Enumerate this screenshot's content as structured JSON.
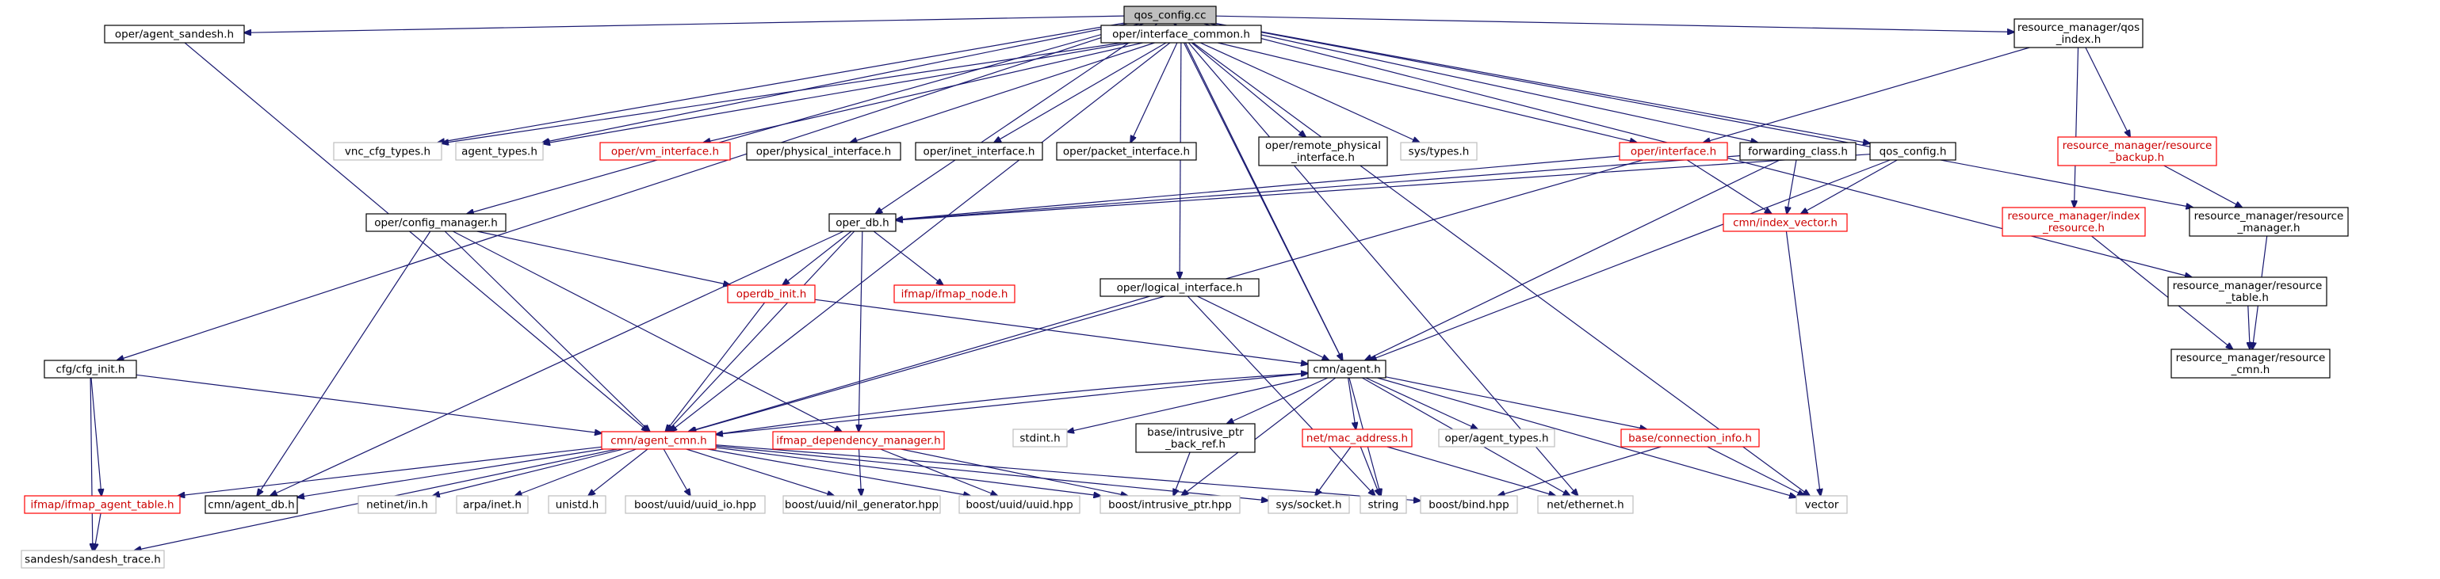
{
  "graph": {
    "edge_color": "#191970",
    "nodes": {
      "qos_config_cc": {
        "label": [
          "qos_config.cc"
        ],
        "style": "root"
      },
      "agent_sandesh": {
        "label": [
          "oper/agent_sandesh.h"
        ],
        "style": "black"
      },
      "interface_common": {
        "label": [
          "oper/interface_common.h"
        ],
        "style": "black"
      },
      "qos_index": {
        "label": [
          "resource_manager/qos",
          "_index.h"
        ],
        "style": "black"
      },
      "vnc_cfg_types": {
        "label": [
          "vnc_cfg_types.h"
        ],
        "style": "gray"
      },
      "agent_types": {
        "label": [
          "agent_types.h"
        ],
        "style": "gray"
      },
      "vm_interface": {
        "label": [
          "oper/vm_interface.h"
        ],
        "style": "red"
      },
      "physical_interface": {
        "label": [
          "oper/physical_interface.h"
        ],
        "style": "black"
      },
      "inet_interface": {
        "label": [
          "oper/inet_interface.h"
        ],
        "style": "black"
      },
      "packet_interface": {
        "label": [
          "oper/packet_interface.h"
        ],
        "style": "black"
      },
      "remote_physical": {
        "label": [
          "oper/remote_physical",
          "_interface.h"
        ],
        "style": "black"
      },
      "sys_types": {
        "label": [
          "sys/types.h"
        ],
        "style": "gray"
      },
      "oper_interface": {
        "label": [
          "oper/interface.h"
        ],
        "style": "red"
      },
      "forwarding_class": {
        "label": [
          "forwarding_class.h"
        ],
        "style": "black"
      },
      "qos_config_h": {
        "label": [
          "qos_config.h"
        ],
        "style": "black"
      },
      "resource_backup": {
        "label": [
          "resource_manager/resource",
          "_backup.h"
        ],
        "style": "red"
      },
      "config_manager": {
        "label": [
          "oper/config_manager.h"
        ],
        "style": "black"
      },
      "oper_db": {
        "label": [
          "oper_db.h"
        ],
        "style": "black"
      },
      "index_vector": {
        "label": [
          "cmn/index_vector.h"
        ],
        "style": "red"
      },
      "index_resource": {
        "label": [
          "resource_manager/index",
          "_resource.h"
        ],
        "style": "red"
      },
      "resource_manager": {
        "label": [
          "resource_manager/resource",
          "_manager.h"
        ],
        "style": "black"
      },
      "ifmap_node": {
        "label": [
          "ifmap/ifmap_node.h"
        ],
        "style": "red"
      },
      "operdb_init": {
        "label": [
          "operdb_init.h"
        ],
        "style": "red"
      },
      "logical_interface": {
        "label": [
          "oper/logical_interface.h"
        ],
        "style": "black"
      },
      "resource_table": {
        "label": [
          "resource_manager/resource",
          "_table.h"
        ],
        "style": "black"
      },
      "resource_cmn": {
        "label": [
          "resource_manager/resource",
          "_cmn.h"
        ],
        "style": "black"
      },
      "cfg_init": {
        "label": [
          "cfg/cfg_init.h"
        ],
        "style": "black"
      },
      "cmn_agent": {
        "label": [
          "cmn/agent.h"
        ],
        "style": "black"
      },
      "stdint": {
        "label": [
          "stdint.h"
        ],
        "style": "gray"
      },
      "intrusive_ptr_back_ref": {
        "label": [
          "base/intrusive_ptr",
          "_back_ref.h"
        ],
        "style": "black"
      },
      "mac_address": {
        "label": [
          "net/mac_address.h"
        ],
        "style": "red"
      },
      "oper_agent_types": {
        "label": [
          "oper/agent_types.h"
        ],
        "style": "gray"
      },
      "connection_info": {
        "label": [
          "base/connection_info.h"
        ],
        "style": "red"
      },
      "agent_cmn": {
        "label": [
          "cmn/agent_cmn.h"
        ],
        "style": "red"
      },
      "ifmap_dependency_manager": {
        "label": [
          "ifmap_dependency_manager.h"
        ],
        "style": "red"
      },
      "ifmap_agent_table": {
        "label": [
          "ifmap/ifmap_agent_table.h"
        ],
        "style": "red"
      },
      "agent_db": {
        "label": [
          "cmn/agent_db.h"
        ],
        "style": "black"
      },
      "netinet_in": {
        "label": [
          "netinet/in.h"
        ],
        "style": "gray"
      },
      "arpa_inet": {
        "label": [
          "arpa/inet.h"
        ],
        "style": "gray"
      },
      "unistd": {
        "label": [
          "unistd.h"
        ],
        "style": "gray"
      },
      "uuid_io": {
        "label": [
          "boost/uuid/uuid_io.hpp"
        ],
        "style": "gray"
      },
      "nil_generator": {
        "label": [
          "boost/uuid/nil_generator.hpp"
        ],
        "style": "gray"
      },
      "uuid_hpp": {
        "label": [
          "boost/uuid/uuid.hpp"
        ],
        "style": "gray"
      },
      "intrusive_ptr_hpp": {
        "label": [
          "boost/intrusive_ptr.hpp"
        ],
        "style": "gray"
      },
      "sys_socket": {
        "label": [
          "sys/socket.h"
        ],
        "style": "gray"
      },
      "string": {
        "label": [
          "string"
        ],
        "style": "gray"
      },
      "boost_bind": {
        "label": [
          "boost/bind.hpp"
        ],
        "style": "gray"
      },
      "net_ethernet": {
        "label": [
          "net/ethernet.h"
        ],
        "style": "gray"
      },
      "vector": {
        "label": [
          "vector"
        ],
        "style": "gray"
      },
      "sandesh_trace": {
        "label": [
          "sandesh/sandesh_trace.h"
        ],
        "style": "gray"
      }
    },
    "edges": [
      [
        "qos_config_cc",
        "agent_sandesh"
      ],
      [
        "qos_config_cc",
        "interface_common"
      ],
      [
        "qos_config_cc",
        "qos_index"
      ],
      [
        "qos_config_cc",
        "vnc_cfg_types"
      ],
      [
        "qos_config_cc",
        "agent_types"
      ],
      [
        "qos_config_cc",
        "forwarding_class"
      ],
      [
        "qos_config_cc",
        "qos_config_h"
      ],
      [
        "qos_config_cc",
        "config_manager"
      ],
      [
        "qos_config_cc",
        "oper_db"
      ],
      [
        "qos_config_cc",
        "cfg_init"
      ],
      [
        "qos_config_cc",
        "cmn_agent"
      ],
      [
        "qos_config_cc",
        "resource_table"
      ],
      [
        "qos_config_cc",
        "resource_manager"
      ],
      [
        "agent_sandesh",
        "agent_cmn"
      ],
      [
        "interface_common",
        "vnc_cfg_types"
      ],
      [
        "interface_common",
        "agent_types"
      ],
      [
        "interface_common",
        "vm_interface"
      ],
      [
        "interface_common",
        "physical_interface"
      ],
      [
        "interface_common",
        "inet_interface"
      ],
      [
        "interface_common",
        "packet_interface"
      ],
      [
        "interface_common",
        "remote_physical"
      ],
      [
        "interface_common",
        "sys_types"
      ],
      [
        "interface_common",
        "oper_interface"
      ],
      [
        "interface_common",
        "logical_interface"
      ],
      [
        "interface_common",
        "agent_cmn"
      ],
      [
        "interface_common",
        "cmn_agent"
      ],
      [
        "interface_common",
        "net_ethernet"
      ],
      [
        "interface_common",
        "vector"
      ],
      [
        "qos_index",
        "oper_interface"
      ],
      [
        "qos_index",
        "resource_backup"
      ],
      [
        "qos_index",
        "index_resource"
      ],
      [
        "oper_interface",
        "oper_db"
      ],
      [
        "oper_interface",
        "index_vector"
      ],
      [
        "oper_interface",
        "agent_cmn"
      ],
      [
        "forwarding_class",
        "oper_db"
      ],
      [
        "forwarding_class",
        "index_vector"
      ],
      [
        "forwarding_class",
        "cmn_agent"
      ],
      [
        "qos_config_h",
        "oper_db"
      ],
      [
        "qos_config_h",
        "index_vector"
      ],
      [
        "qos_config_h",
        "cmn_agent"
      ],
      [
        "resource_backup",
        "resource_manager"
      ],
      [
        "config_manager",
        "operdb_init"
      ],
      [
        "config_manager",
        "agent_cmn"
      ],
      [
        "config_manager",
        "ifmap_dependency_manager"
      ],
      [
        "config_manager",
        "agent_db"
      ],
      [
        "oper_db",
        "ifmap_node"
      ],
      [
        "oper_db",
        "operdb_init"
      ],
      [
        "oper_db",
        "agent_cmn"
      ],
      [
        "oper_db",
        "ifmap_dependency_manager"
      ],
      [
        "oper_db",
        "agent_db"
      ],
      [
        "index_vector",
        "vector"
      ],
      [
        "index_resource",
        "resource_cmn"
      ],
      [
        "resource_manager",
        "resource_cmn"
      ],
      [
        "resource_table",
        "resource_cmn"
      ],
      [
        "operdb_init",
        "agent_cmn"
      ],
      [
        "operdb_init",
        "cmn_agent"
      ],
      [
        "logical_interface",
        "cmn_agent"
      ],
      [
        "logical_interface",
        "agent_cmn"
      ],
      [
        "logical_interface",
        "string"
      ],
      [
        "cfg_init",
        "ifmap_agent_table"
      ],
      [
        "cfg_init",
        "agent_cmn"
      ],
      [
        "cfg_init",
        "sandesh_trace"
      ],
      [
        "cmn_agent",
        "agent_cmn"
      ],
      [
        "cmn_agent",
        "stdint"
      ],
      [
        "cmn_agent",
        "intrusive_ptr_back_ref"
      ],
      [
        "cmn_agent",
        "mac_address"
      ],
      [
        "cmn_agent",
        "oper_agent_types"
      ],
      [
        "cmn_agent",
        "connection_info"
      ],
      [
        "cmn_agent",
        "intrusive_ptr_hpp"
      ],
      [
        "cmn_agent",
        "string"
      ],
      [
        "cmn_agent",
        "net_ethernet"
      ],
      [
        "cmn_agent",
        "vector"
      ],
      [
        "intrusive_ptr_back_ref",
        "intrusive_ptr_hpp"
      ],
      [
        "mac_address",
        "sys_socket"
      ],
      [
        "mac_address",
        "string"
      ],
      [
        "mac_address",
        "net_ethernet"
      ],
      [
        "connection_info",
        "boost_bind"
      ],
      [
        "connection_info",
        "vector"
      ],
      [
        "agent_cmn",
        "cmn_agent"
      ],
      [
        "agent_cmn",
        "ifmap_agent_table"
      ],
      [
        "agent_cmn",
        "agent_db"
      ],
      [
        "agent_cmn",
        "netinet_in"
      ],
      [
        "agent_cmn",
        "arpa_inet"
      ],
      [
        "agent_cmn",
        "unistd"
      ],
      [
        "agent_cmn",
        "uuid_io"
      ],
      [
        "agent_cmn",
        "nil_generator"
      ],
      [
        "agent_cmn",
        "uuid_hpp"
      ],
      [
        "agent_cmn",
        "intrusive_ptr_hpp"
      ],
      [
        "agent_cmn",
        "sys_socket"
      ],
      [
        "agent_cmn",
        "boost_bind"
      ],
      [
        "agent_cmn",
        "sandesh_trace"
      ],
      [
        "ifmap_dependency_manager",
        "nil_generator"
      ],
      [
        "ifmap_dependency_manager",
        "uuid_hpp"
      ],
      [
        "ifmap_dependency_manager",
        "intrusive_ptr_hpp"
      ],
      [
        "ifmap_agent_table",
        "sandesh_trace"
      ]
    ]
  }
}
